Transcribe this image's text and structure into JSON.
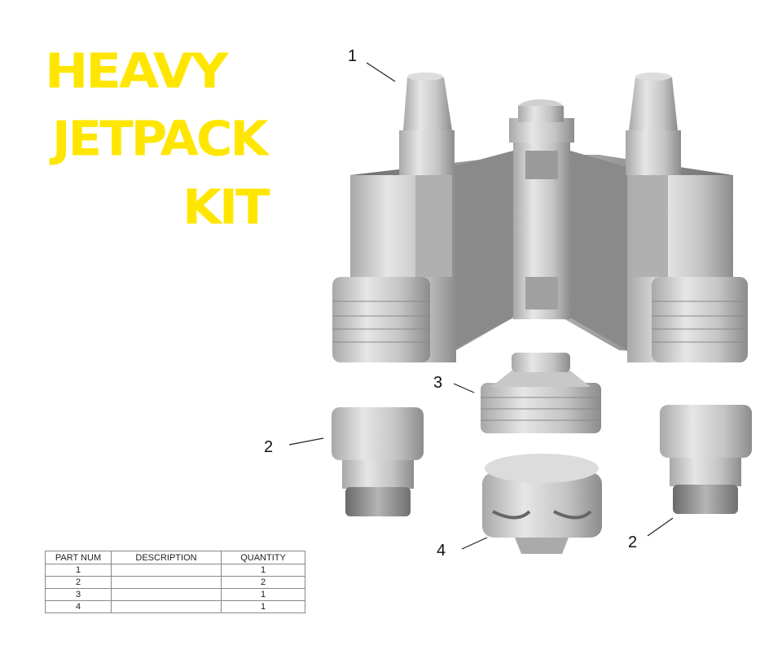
{
  "title": {
    "line1": "HEAVY",
    "line2": "JETPACK",
    "line3": "KIT",
    "color": "#ffe600"
  },
  "callouts": [
    "1",
    "2",
    "3",
    "2",
    "4"
  ],
  "parts_table": {
    "headers": [
      "PART NUM",
      "DESCRIPTION",
      "QUANTITY"
    ],
    "rows": [
      {
        "part": "1",
        "description": "",
        "quantity": "1"
      },
      {
        "part": "2",
        "description": "",
        "quantity": "2"
      },
      {
        "part": "3",
        "description": "",
        "quantity": "1"
      },
      {
        "part": "4",
        "description": "",
        "quantity": "1"
      }
    ]
  }
}
